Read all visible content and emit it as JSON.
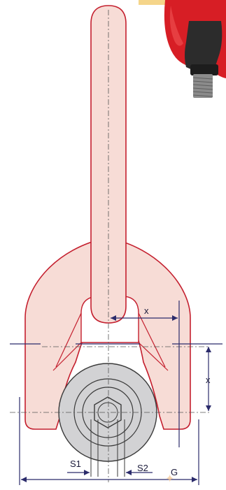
{
  "labels": {
    "x_upper": "x",
    "x_right": "x",
    "s1": "S1",
    "s2": "S2",
    "g": "G"
  },
  "colors": {
    "part_fill": "#f7dcd6",
    "part_stroke": "#c41f2e",
    "nut_fill": "#d2d2d4",
    "nut_stroke": "#3a3a3a",
    "dim_line": "#2b2b6b",
    "photo_red": "#d71e25",
    "photo_dark": "#2c2c2c",
    "photo_bolt": "#8b8b8b",
    "accent_yellow": "#f5d58a"
  },
  "icons": {
    "photo": "swivel-lifting-point-photo",
    "drawing": "lifting-eye-technical-drawing"
  }
}
